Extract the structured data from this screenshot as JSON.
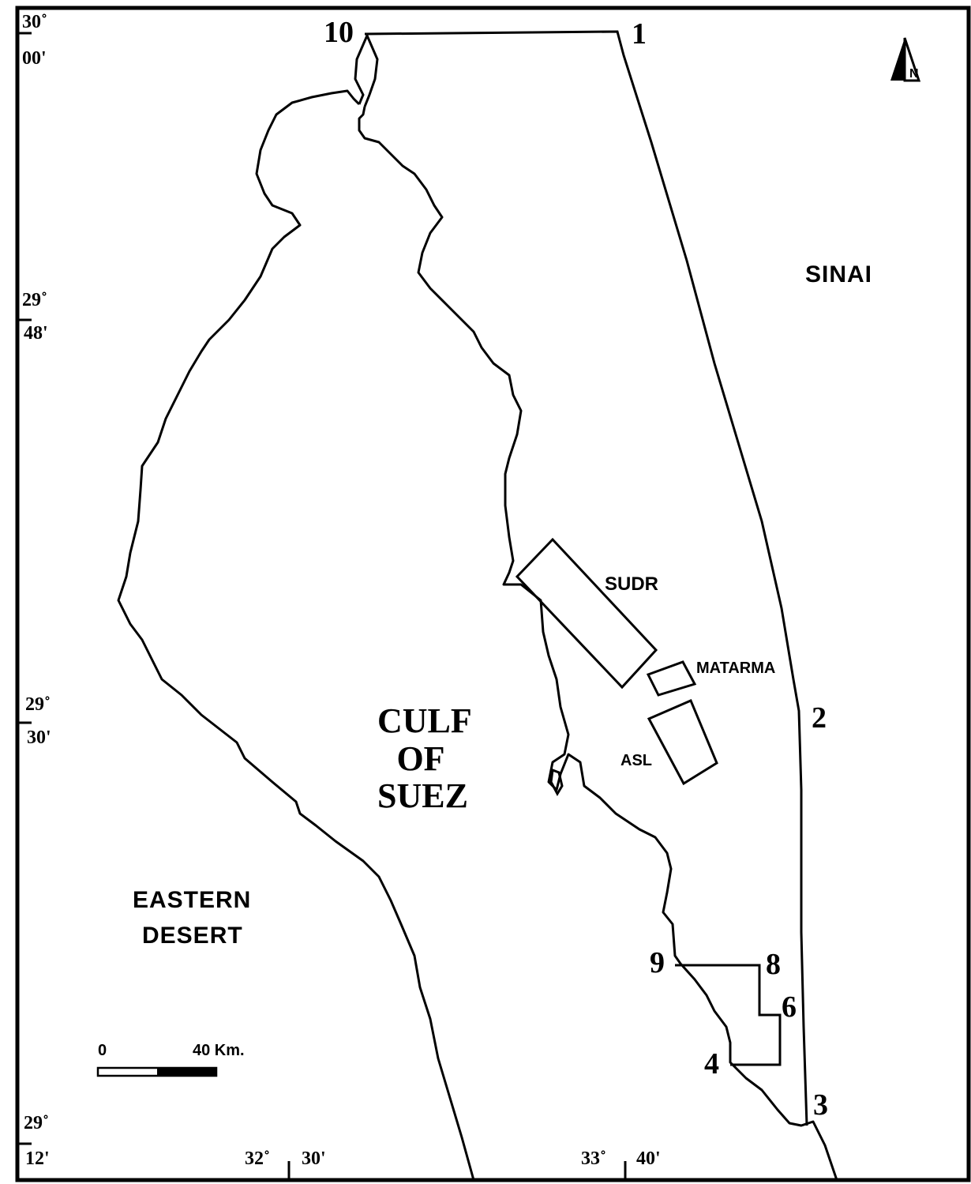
{
  "map": {
    "regions": {
      "sinai": "SINAI",
      "eastern_desert_1": "EASTERN",
      "eastern_desert_2": "DESERT",
      "gulf_1": "CULF",
      "gulf_2": "OF",
      "gulf_3": "SUEZ"
    },
    "concessions": {
      "sudr": "SUDR",
      "matarma": "MATARMA",
      "asl": "ASL"
    },
    "points": {
      "p1": "1",
      "p2": "2",
      "p3": "3",
      "p4": "4",
      "p6": "6",
      "p8": "8",
      "p9": "9",
      "p10": "10"
    },
    "lat_ticks": {
      "t30_deg": "30˚",
      "t30_min": "00'",
      "t29a_deg": "29˚",
      "t29a_min": "48'",
      "t29b_deg": "29˚",
      "t29b_min": "30'",
      "t29c_deg": "29˚",
      "t29c_min": "12'"
    },
    "lon_ticks": {
      "l32_deg": "32˚",
      "l32_min": "30'",
      "l33_deg": "33˚",
      "l33_min": "40'"
    },
    "scale": {
      "start": "0",
      "end": "40 Km."
    },
    "north_arrow": {
      "letter": "N",
      "icon": "north-arrow-icon"
    },
    "colors": {
      "ink": "#000000",
      "paper": "#ffffff"
    }
  }
}
